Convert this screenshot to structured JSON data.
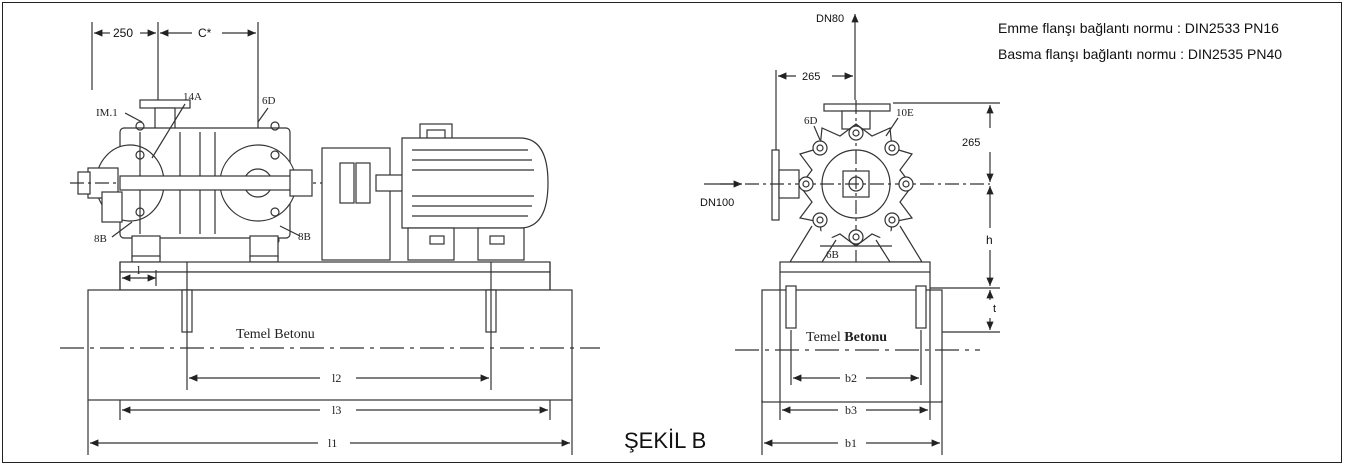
{
  "norms": {
    "suction": {
      "label": "Emme flanşı bağlantı normu",
      "value": ": DIN2533  PN16"
    },
    "discharge": {
      "label": "Basma flanşı bağlantı normu",
      "value": ": DIN2535  PN40"
    }
  },
  "caption": "ŞEKİL B",
  "side_view": {
    "dim_250": "250",
    "dim_c": "C*",
    "label_im1": "IM.1",
    "label_14a": "14A",
    "label_6d": "6D",
    "label_8b_left": "8B",
    "label_8b_right": "8B",
    "foundation": "Temel Betonu",
    "dim_l": "l",
    "dim_l2": "l2",
    "dim_l3": "l3",
    "dim_l1": "l1"
  },
  "front_view": {
    "dn80": "DN80",
    "dn100": "DN100",
    "dim_265_top": "265",
    "dim_265_right": "265",
    "label_6d": "6D",
    "label_10e": "10E",
    "label_6b": "6B",
    "dim_h": "h",
    "dim_t": "t",
    "foundation_a": "Temel",
    "foundation_b": "Betonu",
    "dim_b2": "b2",
    "dim_b3": "b3",
    "dim_b1": "b1"
  }
}
